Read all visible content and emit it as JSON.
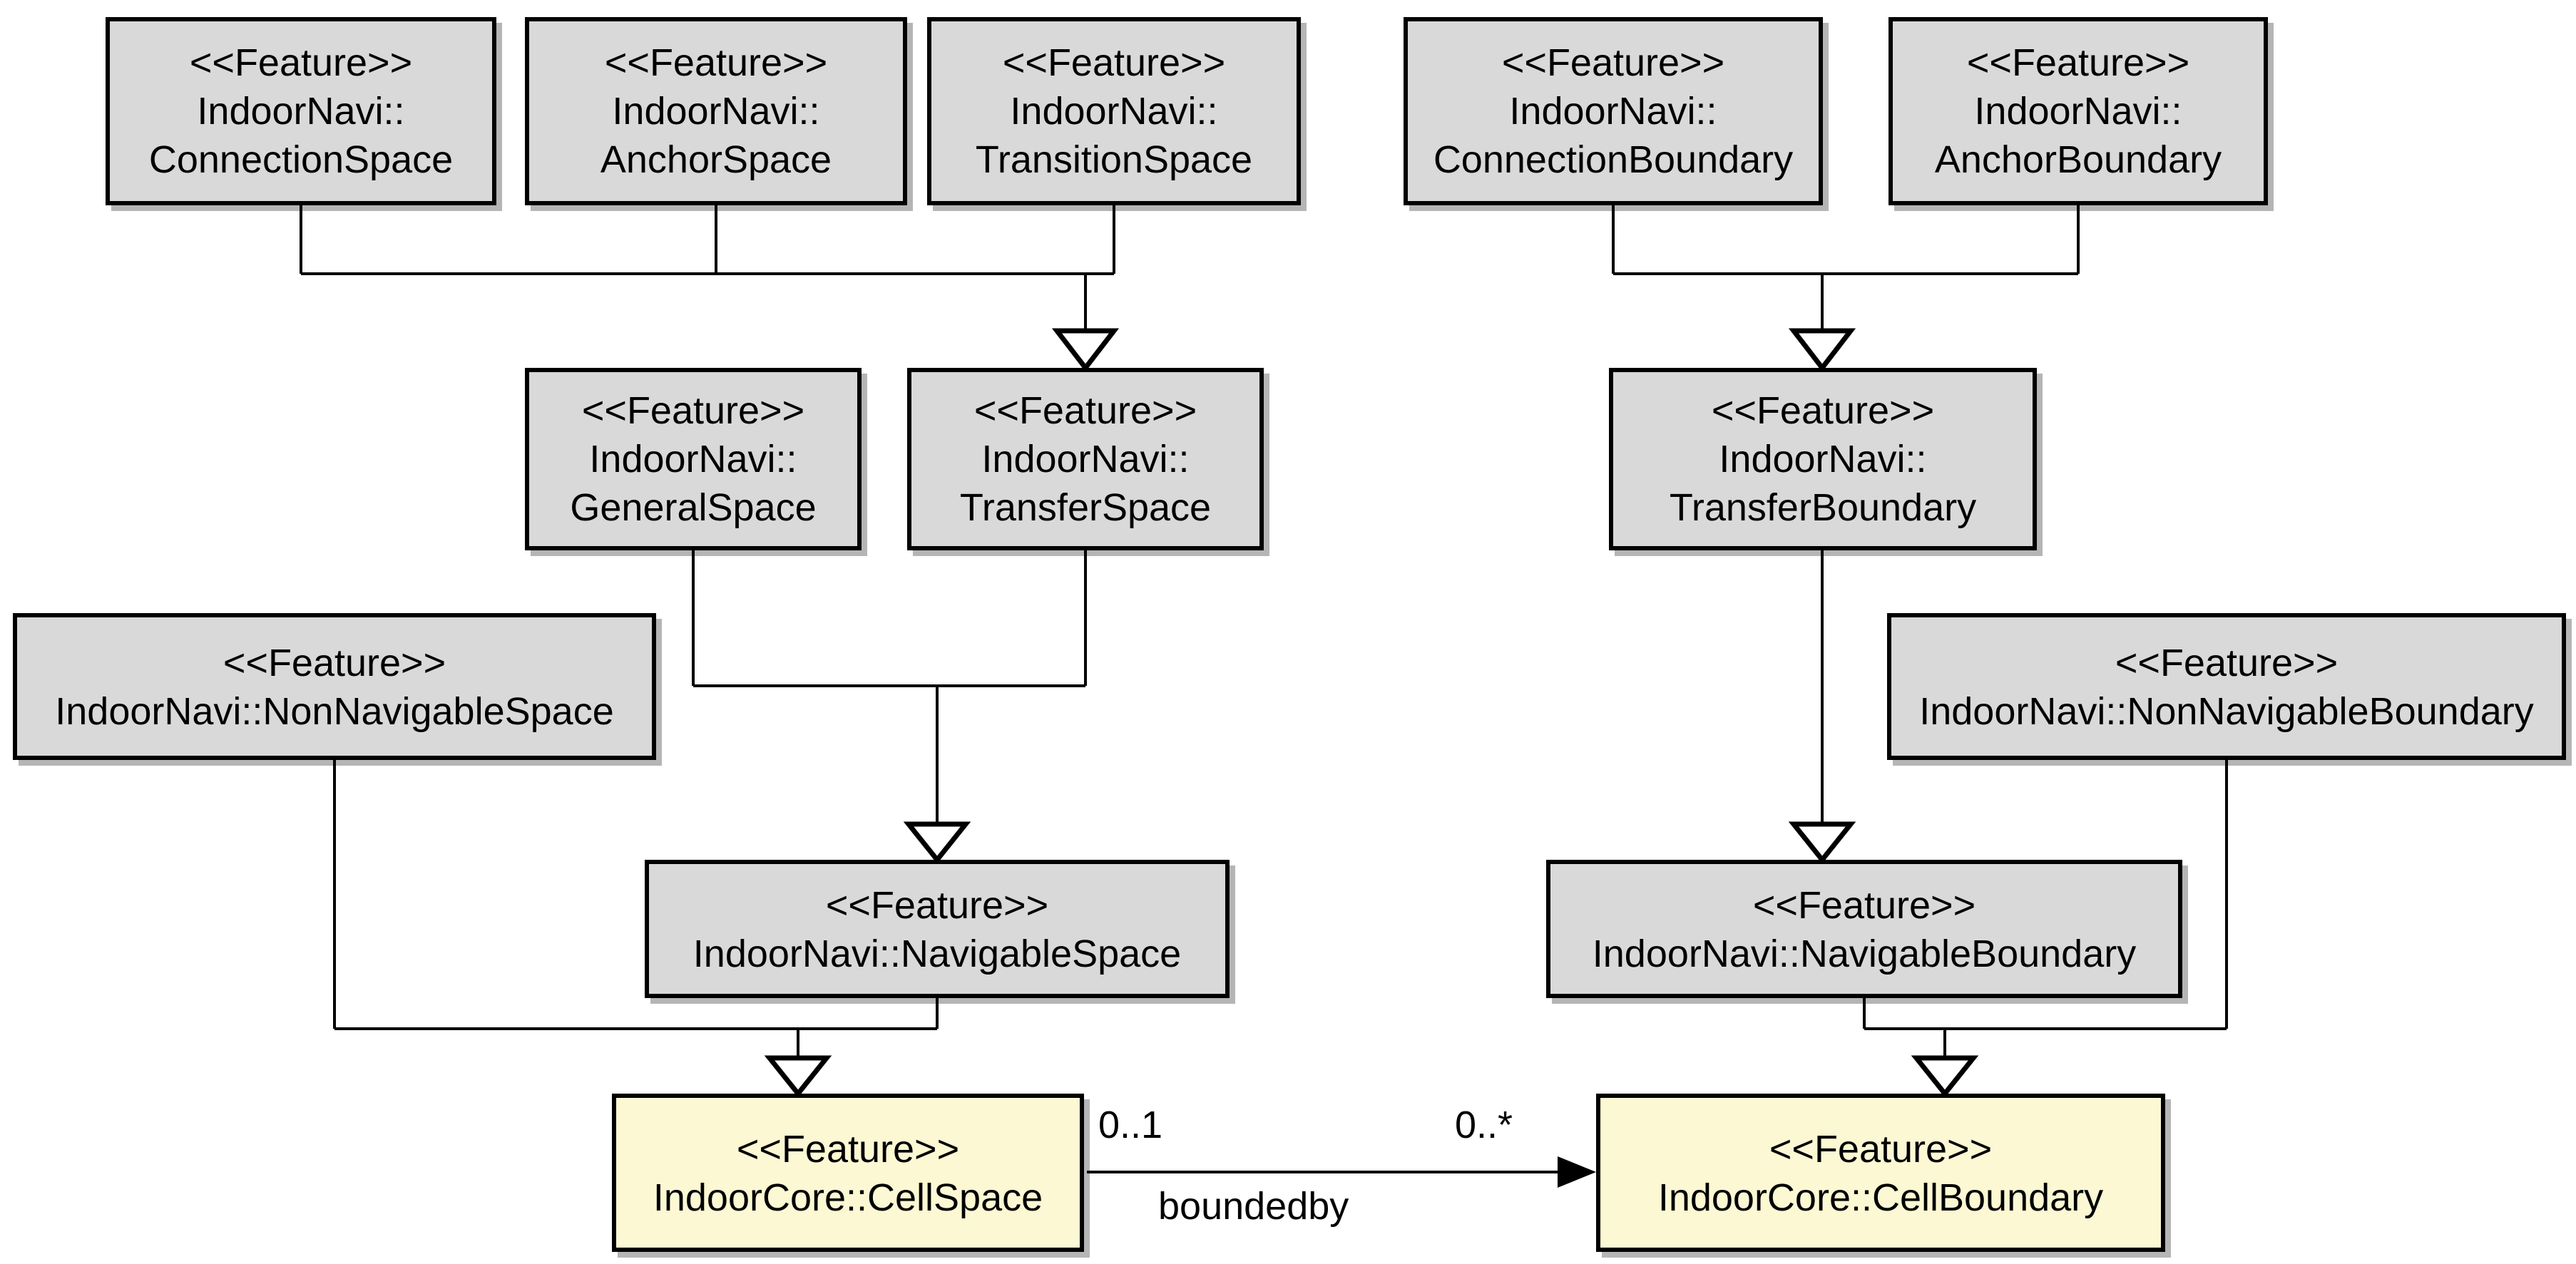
{
  "diagram": {
    "boxes": {
      "connection_space": {
        "stereotype": "<<Feature>>",
        "name_line1": "IndoorNavi::",
        "name_line2": "ConnectionSpace"
      },
      "anchor_space": {
        "stereotype": "<<Feature>>",
        "name_line1": "IndoorNavi::",
        "name_line2": "AnchorSpace"
      },
      "transition_space": {
        "stereotype": "<<Feature>>",
        "name_line1": "IndoorNavi::",
        "name_line2": "TransitionSpace"
      },
      "connection_boundary": {
        "stereotype": "<<Feature>>",
        "name_line1": "IndoorNavi::",
        "name_line2": "ConnectionBoundary"
      },
      "anchor_boundary": {
        "stereotype": "<<Feature>>",
        "name_line1": "IndoorNavi::",
        "name_line2": "AnchorBoundary"
      },
      "general_space": {
        "stereotype": "<<Feature>>",
        "name_line1": "IndoorNavi::",
        "name_line2": "GeneralSpace"
      },
      "transfer_space": {
        "stereotype": "<<Feature>>",
        "name_line1": "IndoorNavi::",
        "name_line2": "TransferSpace"
      },
      "transfer_boundary": {
        "stereotype": "<<Feature>>",
        "name_line1": "IndoorNavi::",
        "name_line2": "TransferBoundary"
      },
      "non_navigable_space": {
        "stereotype": "<<Feature>>",
        "name_line1": "IndoorNavi::NonNavigableSpace"
      },
      "non_navigable_boundary": {
        "stereotype": "<<Feature>>",
        "name_line1": "IndoorNavi::NonNavigableBoundary"
      },
      "navigable_space": {
        "stereotype": "<<Feature>>",
        "name_line1": "IndoorNavi::NavigableSpace"
      },
      "navigable_boundary": {
        "stereotype": "<<Feature>>",
        "name_line1": "IndoorNavi::NavigableBoundary"
      },
      "cell_space": {
        "stereotype": "<<Feature>>",
        "name_line1": "IndoorCore::CellSpace"
      },
      "cell_boundary": {
        "stereotype": "<<Feature>>",
        "name_line1": "IndoorCore::CellBoundary"
      }
    },
    "association": {
      "source_multiplicity": "0..1",
      "target_multiplicity": "0..*",
      "name": "boundedby"
    },
    "colors": {
      "feature_fill": "#d9d9d9",
      "core_fill": "#fcf8d3",
      "line": "#000000"
    }
  }
}
